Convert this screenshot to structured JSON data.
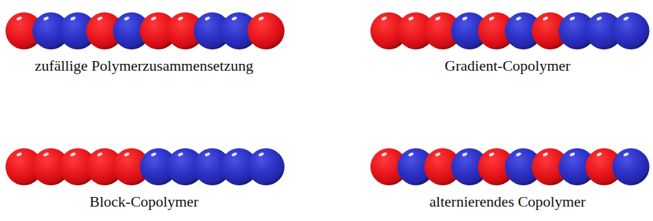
{
  "diagram": {
    "labels": [
      "zufällige Polymerzusammensetzung",
      "Gradient-Copolymer",
      "Block-Copolymer",
      "alternierendes Copolymer"
    ]
  }
}
